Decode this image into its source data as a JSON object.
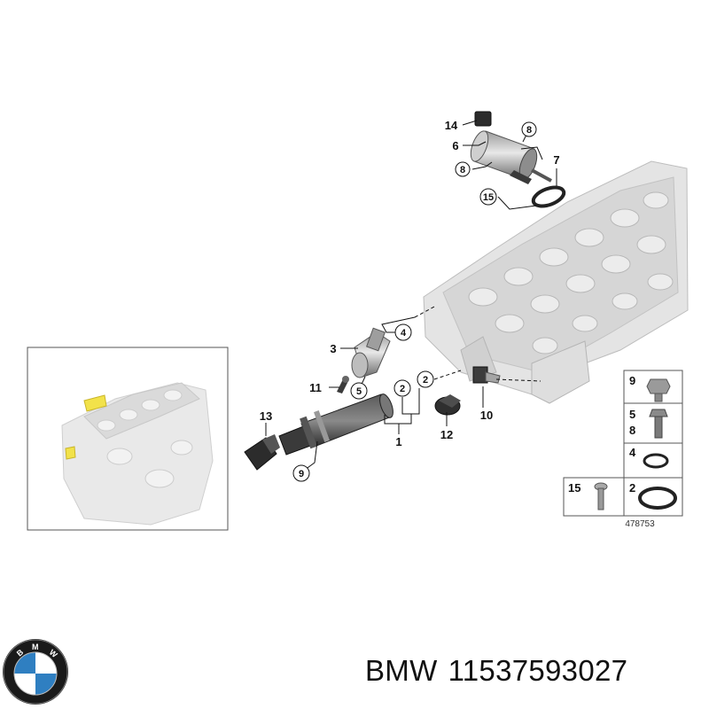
{
  "callouts": {
    "c1": "1",
    "c2a": "2",
    "c2b": "2",
    "c3": "3",
    "c4": "4",
    "c5": "5",
    "c6": "6",
    "c7": "7",
    "c8a": "8",
    "c8b": "8",
    "c9": "9",
    "c10": "10",
    "c11": "11",
    "c12": "12",
    "c13": "13",
    "c14": "14",
    "c15": "15"
  },
  "legend": {
    "bolt9": "9",
    "screw58a": "5",
    "screw58b": "8",
    "ring4": "4",
    "ring2": "2",
    "screw15": "15"
  },
  "diagram_number": "478753",
  "brand_logo_letters": "BMW",
  "footer": {
    "brand": "BMW",
    "part_number": "11537593027"
  },
  "colors": {
    "highlight": "#f2e24a",
    "ink": "#111111",
    "engine": "#dcdcdc"
  }
}
